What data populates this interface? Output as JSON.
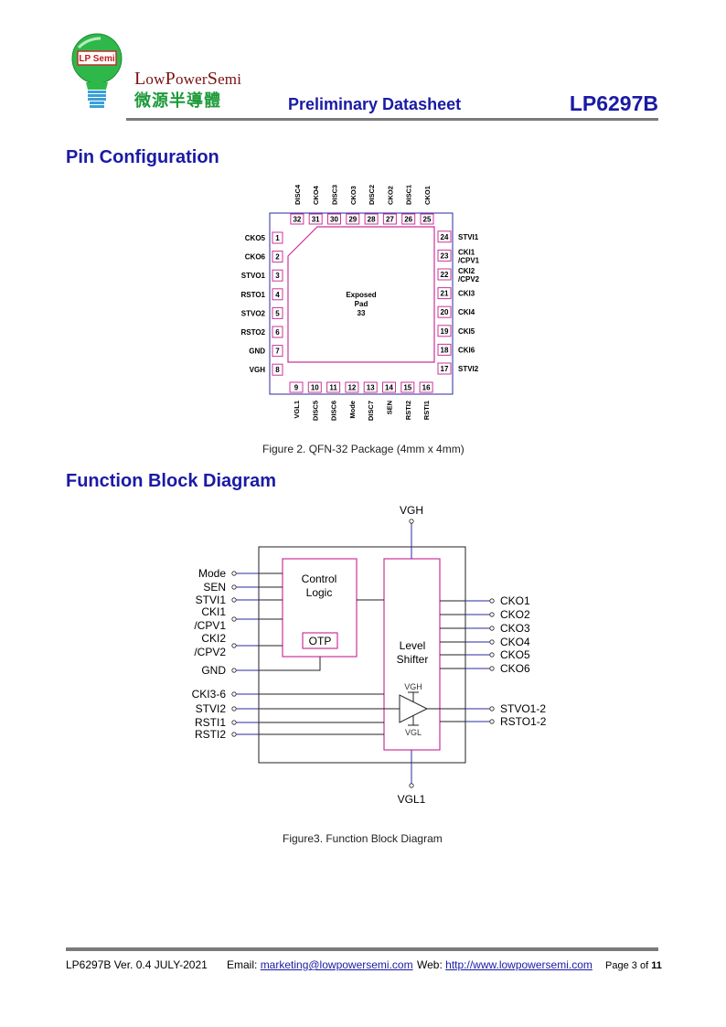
{
  "header": {
    "brand_en_prefix_L": "L",
    "brand_en_1": "ow",
    "brand_en_P": "P",
    "brand_en_2": "ower",
    "brand_en_S": "S",
    "brand_en_3": "emi",
    "brand_cn": "微源半導體",
    "logo_text": "LP Semi",
    "doc_type": "Preliminary Datasheet",
    "part_no": "LP6297B"
  },
  "pin_config": {
    "title": "Pin Configuration",
    "caption": "Figure 2. QFN-32 Package (4mm x 4mm)",
    "pad": [
      "Exposed",
      "Pad",
      "33"
    ],
    "left_pins": [
      {
        "num": "1",
        "name": "CKO5"
      },
      {
        "num": "2",
        "name": "CKO6"
      },
      {
        "num": "3",
        "name": "STVO1"
      },
      {
        "num": "4",
        "name": "RSTO1"
      },
      {
        "num": "5",
        "name": "STVO2"
      },
      {
        "num": "6",
        "name": "RSTO2"
      },
      {
        "num": "7",
        "name": "GND"
      },
      {
        "num": "8",
        "name": "VGH"
      }
    ],
    "bottom_pins": [
      {
        "num": "9",
        "name": "VGL1"
      },
      {
        "num": "10",
        "name": "DISC5"
      },
      {
        "num": "11",
        "name": "DISC6"
      },
      {
        "num": "12",
        "name": "Mode"
      },
      {
        "num": "13",
        "name": "DISC7"
      },
      {
        "num": "14",
        "name": "SEN"
      },
      {
        "num": "15",
        "name": "RSTI2"
      },
      {
        "num": "16",
        "name": "RSTI1"
      }
    ],
    "right_pins": [
      {
        "num": "17",
        "name": "STVI2"
      },
      {
        "num": "18",
        "name": "CKI6"
      },
      {
        "num": "19",
        "name": "CKI5"
      },
      {
        "num": "20",
        "name": "CKI4"
      },
      {
        "num": "21",
        "name": "CKI3"
      },
      {
        "num": "22",
        "name": "CKI2 /CPV2"
      },
      {
        "num": "23",
        "name": "CKI1 /CPV1"
      },
      {
        "num": "24",
        "name": "STVI1"
      }
    ],
    "top_pins": [
      {
        "num": "25",
        "name": "CKO1"
      },
      {
        "num": "26",
        "name": "DISC1"
      },
      {
        "num": "27",
        "name": "CKO2"
      },
      {
        "num": "28",
        "name": "DISC2"
      },
      {
        "num": "29",
        "name": "CKO3"
      },
      {
        "num": "30",
        "name": "DISC3"
      },
      {
        "num": "31",
        "name": "CKO4"
      },
      {
        "num": "32",
        "name": "DISC4"
      }
    ]
  },
  "block": {
    "title": "Function Block Diagram",
    "caption": "Figure3. Function Block Diagram",
    "vgh": "VGH",
    "vgl1": "VGL1",
    "control": [
      "Control",
      "Logic"
    ],
    "otp": "OTP",
    "shifter": [
      "Level",
      "Shifter"
    ],
    "buf_vgh": "VGH",
    "buf_vgl": "VGL",
    "inputs": [
      {
        "label": "Mode"
      },
      {
        "label": "SEN"
      },
      {
        "label": "STVI1"
      },
      {
        "label": "CKI1 /CPV1"
      },
      {
        "label": "CKI2 /CPV2"
      },
      {
        "label": "GND"
      },
      {
        "label": "CKI3-6"
      },
      {
        "label": "STVI2"
      },
      {
        "label": "RSTI1"
      },
      {
        "label": "RSTI2"
      }
    ],
    "outputs": [
      {
        "label": "CKO1"
      },
      {
        "label": "CKO2"
      },
      {
        "label": "CKO3"
      },
      {
        "label": "CKO4"
      },
      {
        "label": "CKO5"
      },
      {
        "label": "CKO6"
      },
      {
        "label": "STVO1-2"
      },
      {
        "label": "RSTO1-2"
      }
    ]
  },
  "footer": {
    "version": "LP6297B Ver. 0.4 JULY-2021",
    "email_label": "Email:",
    "email": "marketing@lowpowersemi.com",
    "web_label": "Web:",
    "web": "http://www.lowpowersemi.com",
    "page_label": "Page",
    "page_num": "3",
    "page_of": "of",
    "page_total": "11"
  }
}
